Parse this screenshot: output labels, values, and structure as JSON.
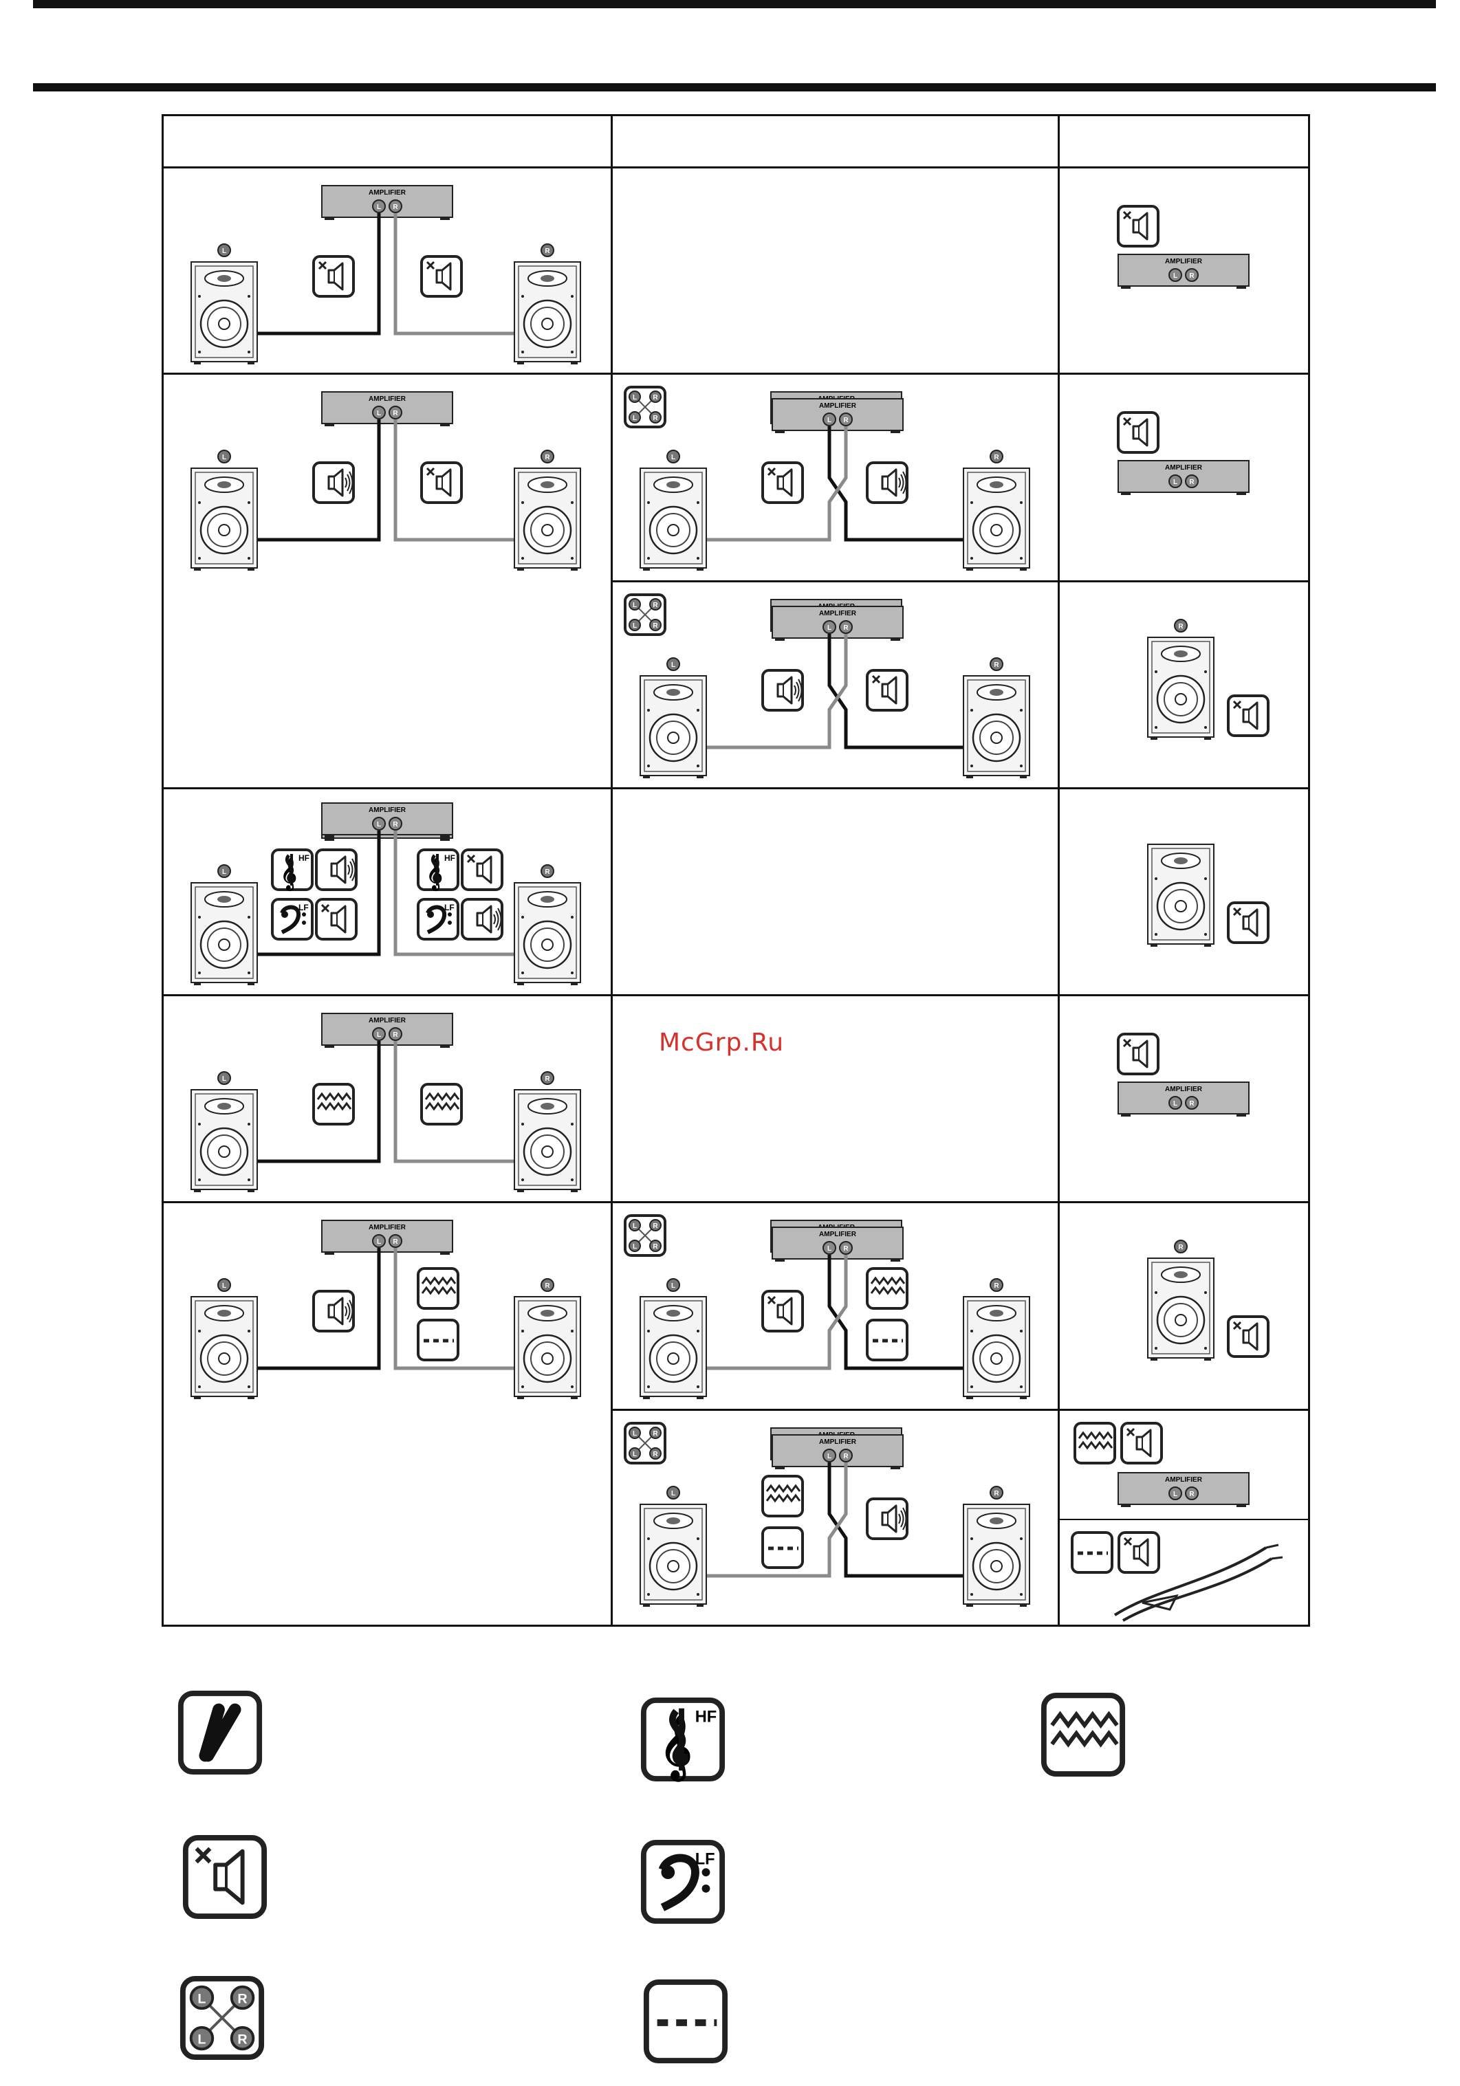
{
  "labels": {
    "amplifier": "AMPLIFIER",
    "left": "L",
    "right": "R",
    "hf": "HF",
    "lf": "LF"
  },
  "watermark": "McGrp.Ru",
  "colors": {
    "line": "#111111",
    "wire_left": "#111111",
    "wire_right": "#8a8a8a",
    "amp_fill": "#b9b9b9",
    "speaker_fill": "#f4f4f4",
    "watermark": "#d8302a"
  },
  "legend": [
    {
      "icon": "no-sound-x-icon"
    },
    {
      "icon": "treble-hf-icon"
    },
    {
      "icon": "noise-zigzag-icon"
    },
    {
      "icon": "speaker-muted-icon"
    },
    {
      "icon": "bass-lf-icon"
    },
    {
      "icon": "lr-swap-cross-icon"
    },
    {
      "icon": "intermittent-dashed-icon"
    }
  ]
}
